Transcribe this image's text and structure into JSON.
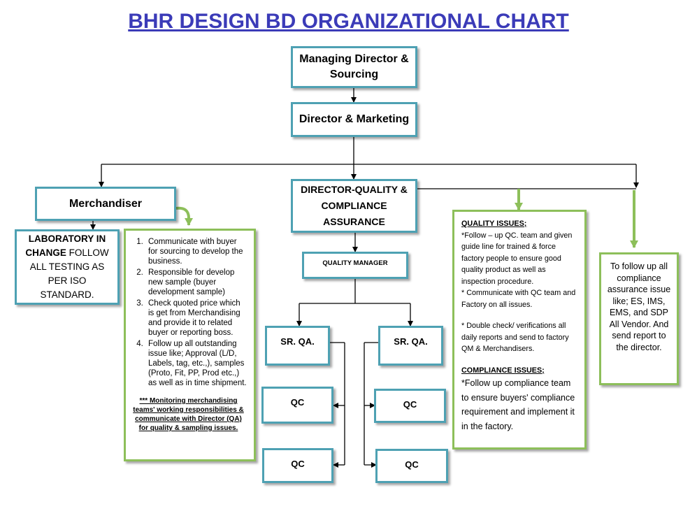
{
  "title": "BHR DESIGN BD ORGANIZATIONAL CHART",
  "colors": {
    "title": "#3b3bb8",
    "box_border": "#4ea1b3",
    "note_border": "#8dbf5a",
    "arrow_green": "#8dbf5a"
  },
  "nodes": {
    "md": "Managing Director & Sourcing",
    "director_marketing": "Director & Marketing",
    "merchandiser": "Merchandiser",
    "director_qca": "DIRECTOR-QUALITY & COMPLIANCE ASSURANCE",
    "quality_manager": "QUALITY MANAGER",
    "sr_qa_left": "SR. QA.",
    "sr_qa_right": "SR. QA.",
    "qc_left_1": "QC",
    "qc_left_2": "QC",
    "qc_right_1": "QC",
    "qc_right_2": "QC"
  },
  "laboratory": {
    "bold": "LABORATORY IN CHANGE",
    "rest": " FOLLOW ALL TESTING AS PER ISO STANDARD."
  },
  "merch_duties": {
    "items": [
      "Communicate with buyer for sourcing to develop the business.",
      "Responsible for develop new sample (buyer development sample)",
      "Check quoted price which is get from Merchandising and provide it to related buyer or reporting boss.",
      "Follow up all outstanding issue like; Approval (L/D, Labels, tag, etc.,), samples (Proto, Fit, PP, Prod etc.,) as well as in time shipment."
    ],
    "note": "*** Monitoring merchandising teams' working responsibilities & communicate with Director (QA) for quality & sampling issues."
  },
  "qa_notes": {
    "quality_heading": "QUALITY ISSUES;",
    "quality_p1": "*Follow – up QC.  team and given guide line for trained & force factory people to ensure good quality product as well as inspection procedure.",
    "quality_p2": "* Communicate with QC team and Factory on all issues.",
    "quality_p3": "* Double check/ verifications all daily reports and send to factory QM & Merchandisers.",
    "compliance_heading": "COMPLIANCE ISSUES;",
    "compliance_text": "*Follow up compliance team to ensure buyers' compliance requirement and implement it in the factory."
  },
  "compliance_note": "To follow up all compliance assurance issue like; ES, IMS, EMS, and SDP All Vendor. And send report to the director."
}
